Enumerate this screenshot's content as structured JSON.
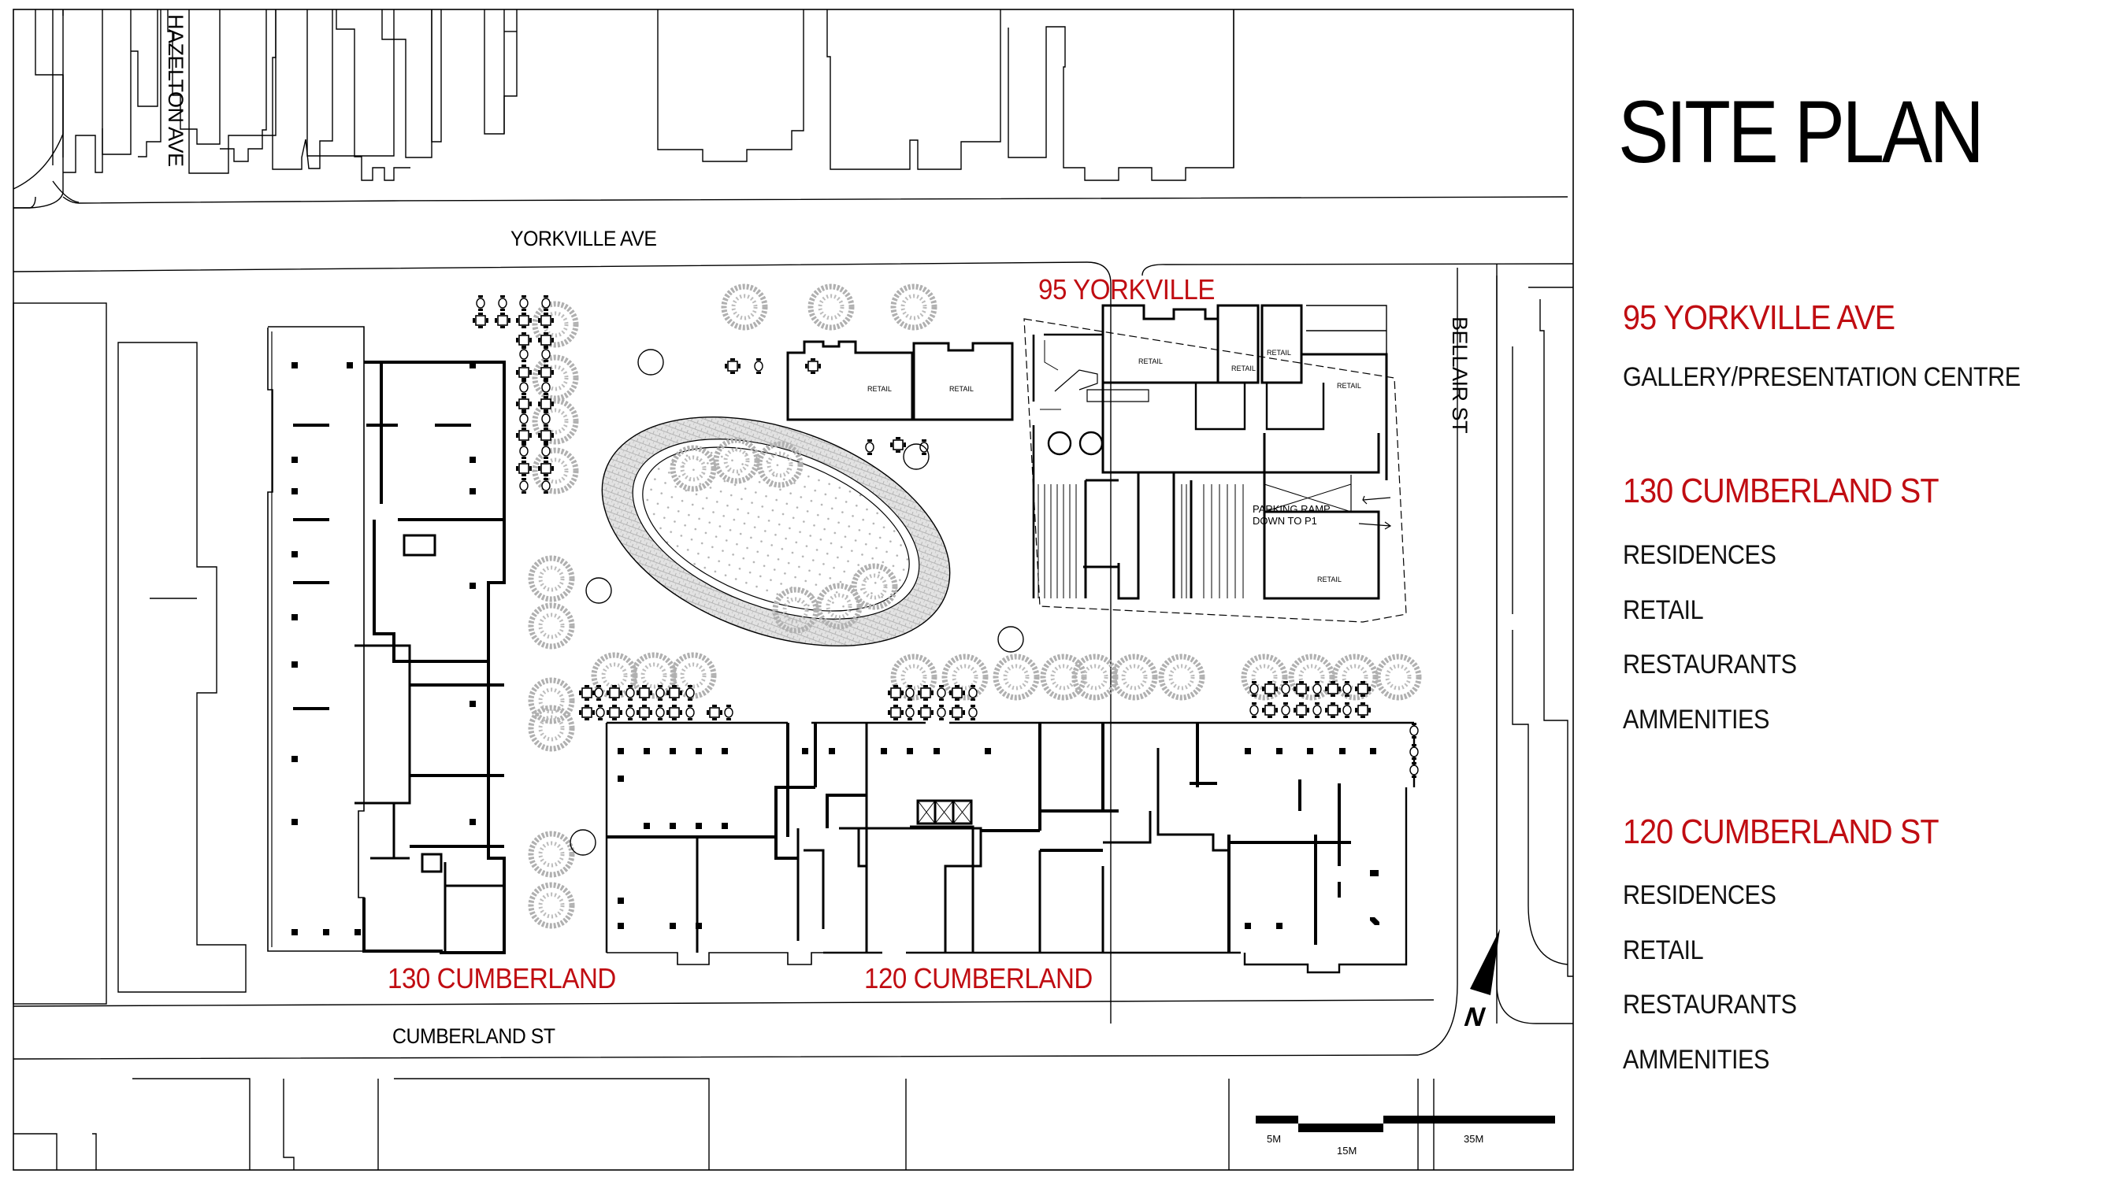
{
  "title": "SITE PLAN",
  "colors": {
    "accent_red": "#c00d12",
    "linework": "#000000",
    "landscape_gray": "#a8a8a8",
    "background": "#ffffff"
  },
  "streets": {
    "yorkville": "YORKVILLE AVE",
    "cumberland": "CUMBERLAND ST",
    "hazelton": "HAZELTON AVE",
    "bellair": "BELLAIR ST"
  },
  "plan_labels": {
    "yorkville_95": "95 YORKVILLE",
    "cumberland_130": "130 CUMBERLAND",
    "cumberland_120": "120 CUMBERLAND",
    "retail": "RETAIL",
    "parking_ramp_line1": "PARKING RAMP",
    "parking_ramp_line2": "DOWN TO P1"
  },
  "scale_bar": {
    "labels": [
      "5M",
      "15M",
      "35M"
    ]
  },
  "north_arrow": {
    "label": "N"
  },
  "legend": {
    "sections": [
      {
        "heading": "95 YORKVILLE AVE",
        "items": [
          "GALLERY/PRESENTATION CENTRE"
        ]
      },
      {
        "heading": "130 CUMBERLAND ST",
        "items": [
          "RESIDENCES",
          "RETAIL",
          "RESTAURANTS",
          "AMMENITIES"
        ]
      },
      {
        "heading": "120 CUMBERLAND ST",
        "items": [
          "RESIDENCES",
          "RETAIL",
          "RESTAURANTS",
          "AMMENITIES"
        ]
      }
    ]
  }
}
